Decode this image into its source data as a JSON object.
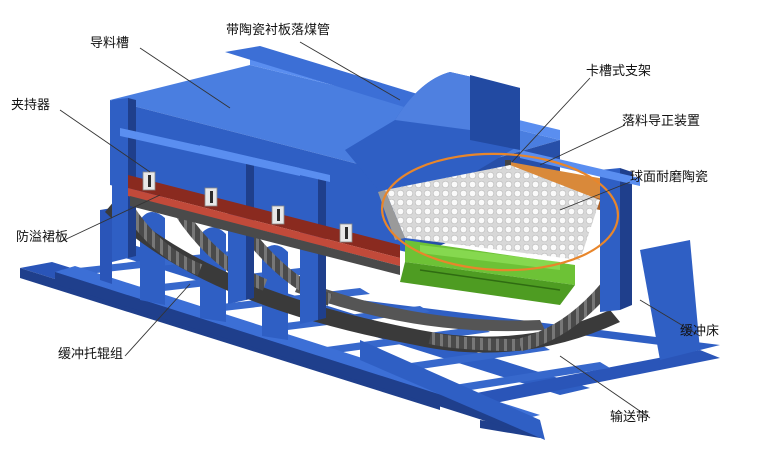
{
  "labels": {
    "guide_trough": "导料槽",
    "ceramic_chute": "带陶瓷衬板落煤管",
    "clamp": "夹持器",
    "slot_bracket": "卡槽式支架",
    "guide_device": "落料导正装置",
    "spherical_ceramic": "球面耐磨陶瓷",
    "skirt_board": "防溢裙板",
    "impact_bed": "缓冲床",
    "buffer_idler": "缓冲托辊组",
    "conveyor_belt": "输送带"
  },
  "colors": {
    "frame_blue": "#2f5fc4",
    "frame_light": "#4f80e0",
    "frame_dark": "#1f3f8c",
    "belt": "#3a3a3a",
    "ceramic": "#e6e6e6",
    "impact_green": "#5fb52a",
    "highlight_ellipse": "#e8862b",
    "skirt_red": "#8a2a1f"
  }
}
